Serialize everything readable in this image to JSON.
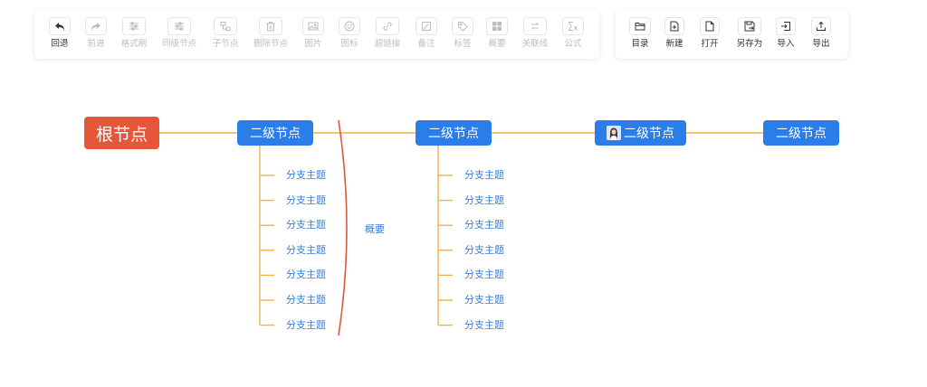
{
  "toolbar_left": [
    {
      "id": "undo",
      "label": "回退",
      "icon": "undo-icon",
      "enabled": true
    },
    {
      "id": "redo",
      "label": "前进",
      "icon": "redo-icon",
      "enabled": false
    },
    {
      "id": "format-painter",
      "label": "格式刷",
      "icon": "format-painter-icon",
      "enabled": false
    },
    {
      "id": "sibling-node",
      "label": "同级节点",
      "icon": "sibling-node-icon",
      "enabled": false
    },
    {
      "id": "child-node",
      "label": "子节点",
      "icon": "child-node-icon",
      "enabled": false
    },
    {
      "id": "delete-node",
      "label": "删除节点",
      "icon": "trash-icon",
      "enabled": false
    },
    {
      "id": "image",
      "label": "图片",
      "icon": "image-icon",
      "enabled": false
    },
    {
      "id": "icon",
      "label": "图标",
      "icon": "smiley-icon",
      "enabled": false
    },
    {
      "id": "hyperlink",
      "label": "超链接",
      "icon": "link-icon",
      "enabled": false
    },
    {
      "id": "note",
      "label": "备注",
      "icon": "note-icon",
      "enabled": false
    },
    {
      "id": "tag",
      "label": "标签",
      "icon": "tag-icon",
      "enabled": false
    },
    {
      "id": "summary",
      "label": "概要",
      "icon": "summary-grid-icon",
      "enabled": false
    },
    {
      "id": "association",
      "label": "关联线",
      "icon": "association-line-icon",
      "enabled": false
    },
    {
      "id": "formula",
      "label": "公式",
      "icon": "formula-icon",
      "enabled": false
    }
  ],
  "toolbar_right": [
    {
      "id": "catalog",
      "label": "目录",
      "icon": "folder-icon",
      "enabled": true
    },
    {
      "id": "new",
      "label": "新建",
      "icon": "new-file-icon",
      "enabled": true
    },
    {
      "id": "open",
      "label": "打开",
      "icon": "file-icon",
      "enabled": true
    },
    {
      "id": "save-as",
      "label": "另存为",
      "icon": "save-as-icon",
      "enabled": true
    },
    {
      "id": "import",
      "label": "导入",
      "icon": "import-icon",
      "enabled": true
    },
    {
      "id": "export",
      "label": "导出",
      "icon": "export-icon",
      "enabled": true
    }
  ],
  "mindmap": {
    "root": {
      "label": "根节点"
    },
    "second_level": [
      {
        "label": "二级节点",
        "has_avatar": false,
        "children": [
          "分支主题",
          "分支主题",
          "分支主题",
          "分支主题",
          "分支主题",
          "分支主题",
          "分支主题"
        ]
      },
      {
        "label": "二级节点",
        "has_avatar": false,
        "children": [
          "分支主题",
          "分支主题",
          "分支主题",
          "分支主题",
          "分支主题",
          "分支主题",
          "分支主题"
        ]
      },
      {
        "label": "二级节点",
        "has_avatar": true,
        "children": []
      },
      {
        "label": "二级节点",
        "has_avatar": false,
        "children": []
      }
    ],
    "summary": {
      "label": "概要",
      "of_node": 0
    }
  },
  "colors": {
    "root_bg": "#e6563b",
    "node_bg": "#2b7de9",
    "line": "#f0b24a",
    "summary_line": "#e15b3b",
    "leaf_text": "#3a7cd8"
  }
}
